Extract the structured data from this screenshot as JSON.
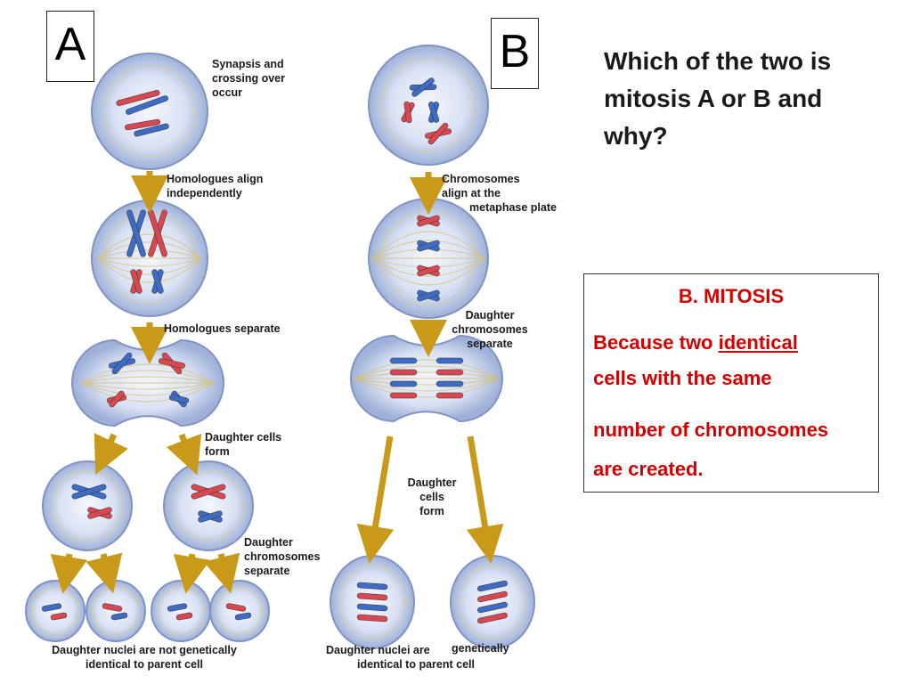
{
  "panel_a": {
    "letter": "A"
  },
  "panel_b": {
    "letter": "B"
  },
  "labels_a": {
    "synapsis": "Synapsis and\ncrossing over\noccur",
    "homologues_align": "Homologues align\nindependently",
    "homologues_separate": "Homologues separate",
    "daughter_cells_form": "Daughter cells\nform",
    "daughter_chromosomes_separate": "Daughter\nchromosomes\nseparate",
    "result": "Daughter nuclei are not genetically\nidentical to parent cell"
  },
  "labels_b": {
    "chromosomes_align_1": "Chromosomes\nalign at the",
    "chromosomes_align_2": "metaphase plate",
    "daughter_chromosomes_separate": "Daughter\nchromosomes\nseparate",
    "daughter_cells_form": "Daughter\ncells\nform",
    "result_1": "Daughter nuclei are",
    "result_2": "genetically",
    "result_3": "identical to parent cell"
  },
  "question": "Which of the two is mitosis A or B and why?",
  "answer": {
    "title": "B. MITOSIS",
    "line1_before": "Because two ",
    "line1_underlined": "identical",
    "line2": "cells with the same",
    "line3": "number of chromosomes",
    "line4": "are created."
  },
  "colors": {
    "answer_red": "#d40000",
    "arrow_gold": "#c99a1a",
    "cell_fill": "#c8d3ec",
    "chromosome_red": "#d84850",
    "chromosome_blue": "#3e6cc4"
  }
}
